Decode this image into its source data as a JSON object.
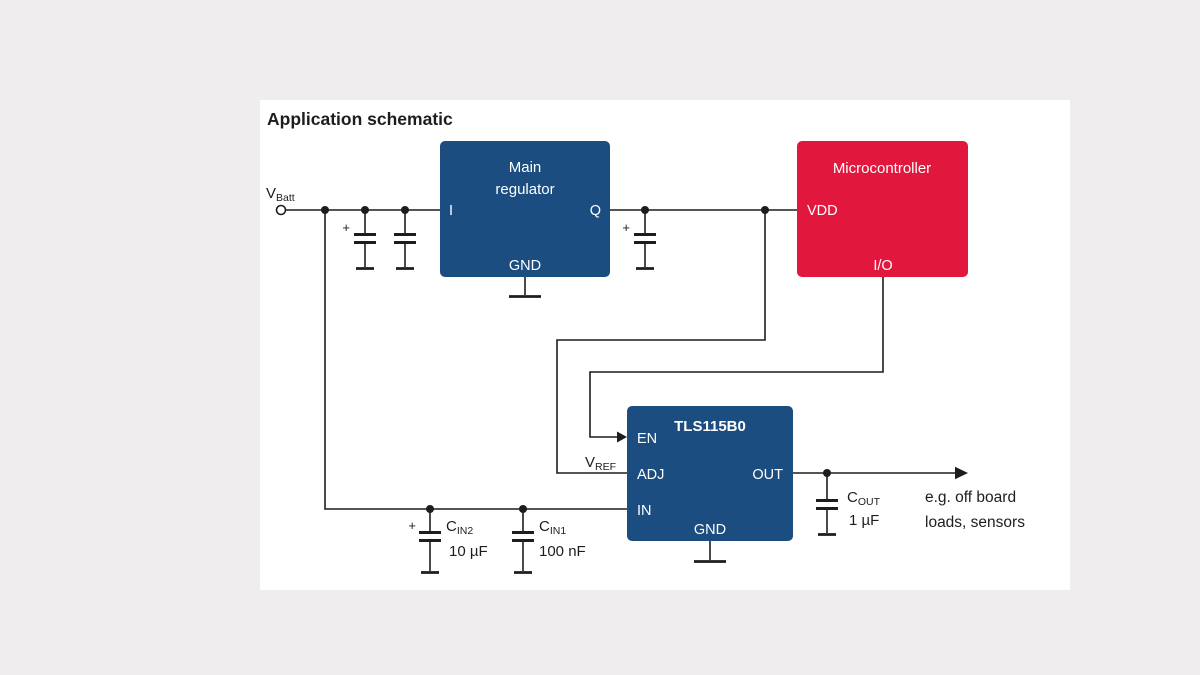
{
  "title": "Application schematic",
  "colors": {
    "page_background": "#efedee",
    "panel_background": "#ffffff",
    "block_blue": "#1b4d80",
    "block_red": "#e2173d",
    "wire": "#1d1d1b"
  },
  "blocks": {
    "main_regulator": {
      "label_line1": "Main",
      "label_line2": "regulator",
      "pins": {
        "input": "I",
        "output": "Q",
        "ground": "GND"
      }
    },
    "microcontroller": {
      "label": "Microcontroller",
      "pins": {
        "vdd": "VDD",
        "io": "I/O"
      }
    },
    "regulator_tls115b0": {
      "label": "TLS115B0",
      "pins": {
        "enable": "EN",
        "adjust": "ADJ",
        "input": "IN",
        "output": "OUT",
        "ground": "GND"
      }
    }
  },
  "nets": {
    "vbatt": {
      "base": "V",
      "sub": "Batt"
    },
    "vref": {
      "base": "V",
      "sub": "REF"
    }
  },
  "capacitors": {
    "vbatt_bulk": {
      "plus": "+"
    },
    "post_regulator": {
      "plus": "+"
    },
    "input_bulk": {
      "base": "C",
      "sub": "IN2",
      "value": "10 µF",
      "plus": "+"
    },
    "input_filter": {
      "base": "C",
      "sub": "IN1",
      "value": "100 nF"
    },
    "output": {
      "base": "C",
      "sub": "OUT",
      "value": "1 µF"
    }
  },
  "annotations": {
    "output_note_line1": "e.g. off board",
    "output_note_line2": "loads, sensors"
  }
}
